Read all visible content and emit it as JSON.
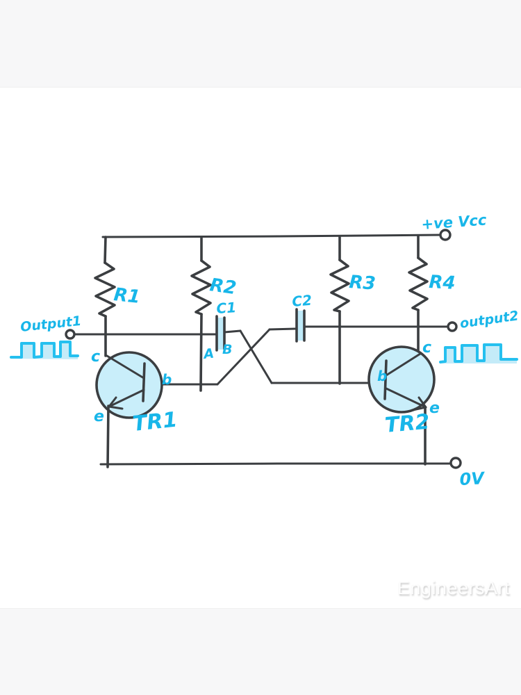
{
  "watermark": "EngineersArt",
  "colors": {
    "ink": "#3b3e41",
    "marker_blue": "#18b6e9",
    "component_fill": "#c9eefa",
    "capacitor_fill": "#b8e8f8",
    "band_gray": "#f7f7f8",
    "background": "#ffffff"
  },
  "circuit": {
    "type": "astable multivibrator (hand-drawn schematic)",
    "power_label": "+ve Vcc",
    "ground_label": "0V",
    "resistors": [
      {
        "label": "R1"
      },
      {
        "label": "R2"
      },
      {
        "label": "R3"
      },
      {
        "label": "R4"
      }
    ],
    "capacitors": [
      {
        "label": "C1",
        "plate_a": "A",
        "plate_b": "B"
      },
      {
        "label": "C2"
      }
    ],
    "transistors": [
      {
        "label": "TR1",
        "collector": "c",
        "base": "b",
        "emitter": "e"
      },
      {
        "label": "TR2",
        "collector": "c",
        "base": "b",
        "emitter": "e"
      }
    ],
    "outputs": [
      {
        "label": "Output1"
      },
      {
        "label": "output2"
      }
    ]
  }
}
